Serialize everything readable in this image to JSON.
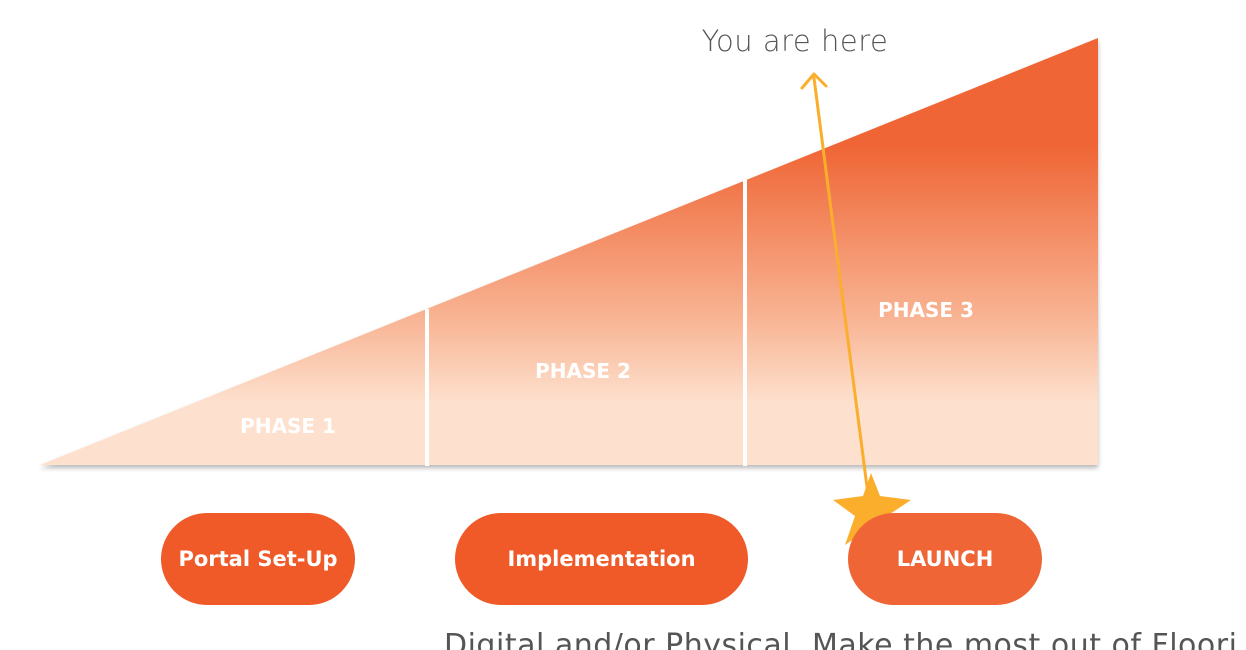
{
  "marker": {
    "label": "You are here",
    "color": "#fbae2c",
    "icon": "star-icon"
  },
  "colors": {
    "wedge_top": "#ef6535",
    "wedge_bottom": "#fde0cd",
    "divider": "#ffffff",
    "pill": "#ef5a28",
    "pill_active": "#ef6535",
    "marker": "#fbae2c",
    "text_muted": "#555555"
  },
  "phases": [
    {
      "label": "PHASE 1",
      "step": "Portal Set-Up",
      "description": ""
    },
    {
      "label": "PHASE 2",
      "step": "Implementation",
      "description": "Digital and/or Physical"
    },
    {
      "label": "PHASE 3",
      "step": "LAUNCH",
      "description": "Make the most out of Floori"
    }
  ],
  "active_phase": 3
}
